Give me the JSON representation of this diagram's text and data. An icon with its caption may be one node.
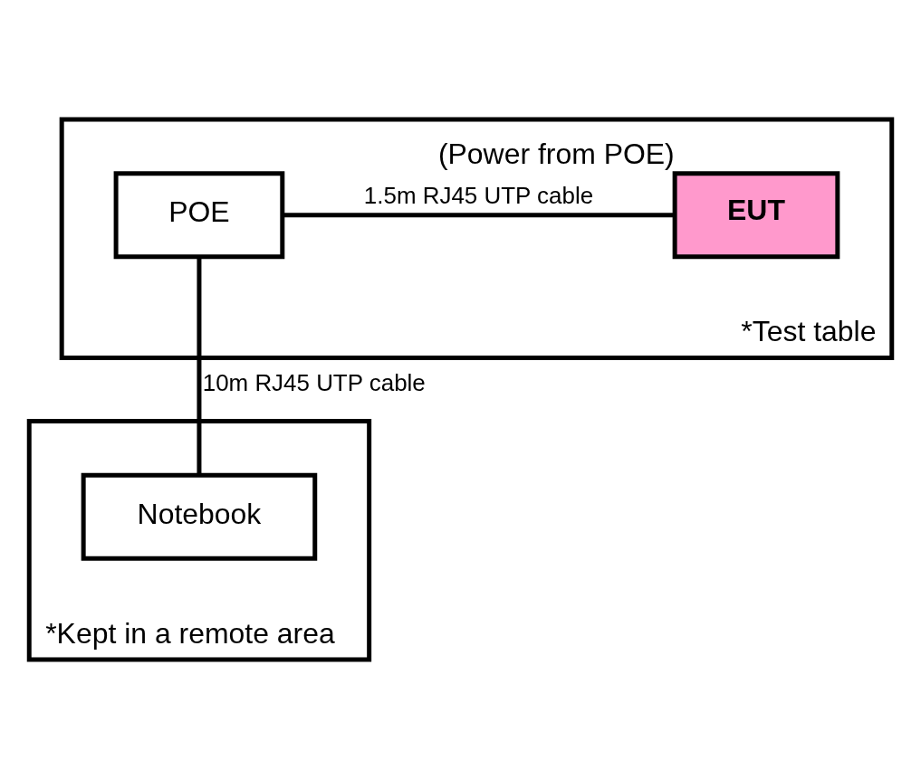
{
  "diagram": {
    "nodes": [
      {
        "text": [
          "*Test table"
        ]
      },
      {
        "text": [
          "POE"
        ],
        "in": 0
      },
      {
        "text": [
          "EUT"
        ],
        "in": 0,
        "beside": [
          "(Power from POE)"
        ]
      },
      {
        "text": [
          "*Kept in a remote area"
        ]
      },
      {
        "text": [
          "Notebook"
        ],
        "in": 3
      }
    ],
    "edges": [
      {
        "from": 1,
        "to": 2,
        "arrow": "none",
        "label": "1.5m RJ45 UTP cable"
      },
      {
        "from": 1,
        "to": 4,
        "arrow": "none",
        "label": "10m RJ45 UTP cable"
      }
    ]
  }
}
